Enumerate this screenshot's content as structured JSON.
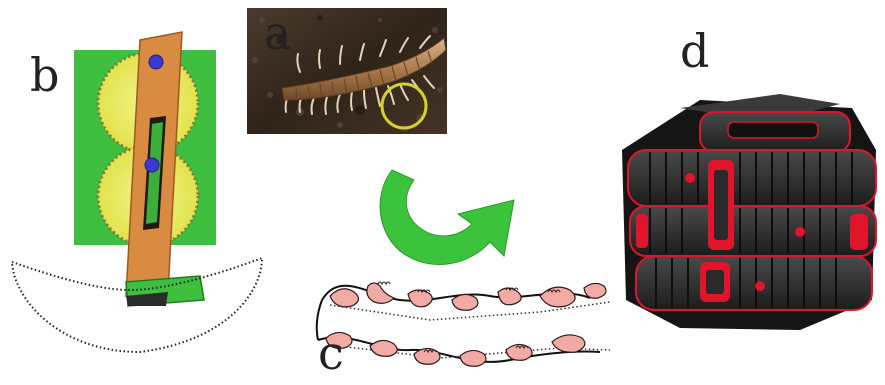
{
  "panel_labels": {
    "a": "a",
    "b": "b",
    "c": "c",
    "d": "d"
  },
  "colors": {
    "background": "#ffffff",
    "green_plate": "#3fbf3f",
    "gear_yellow": "#e8e85a",
    "gear_teeth": "#7a7a3a",
    "slider_orange": "#d98b42",
    "pin_blue": "#3a3ad0",
    "arrow_green": "#3cc33c",
    "circle_yellow": "#d8cf2a",
    "ground_soil": "#3c2e22",
    "centipede_body": "#b98a5c",
    "foot_pink": "#f2aaa4",
    "robot_dark": "#2a2a2a",
    "robot_red": "#e0142a"
  },
  "icons": {
    "cycle_arrow": "cycle-arrow-icon"
  }
}
